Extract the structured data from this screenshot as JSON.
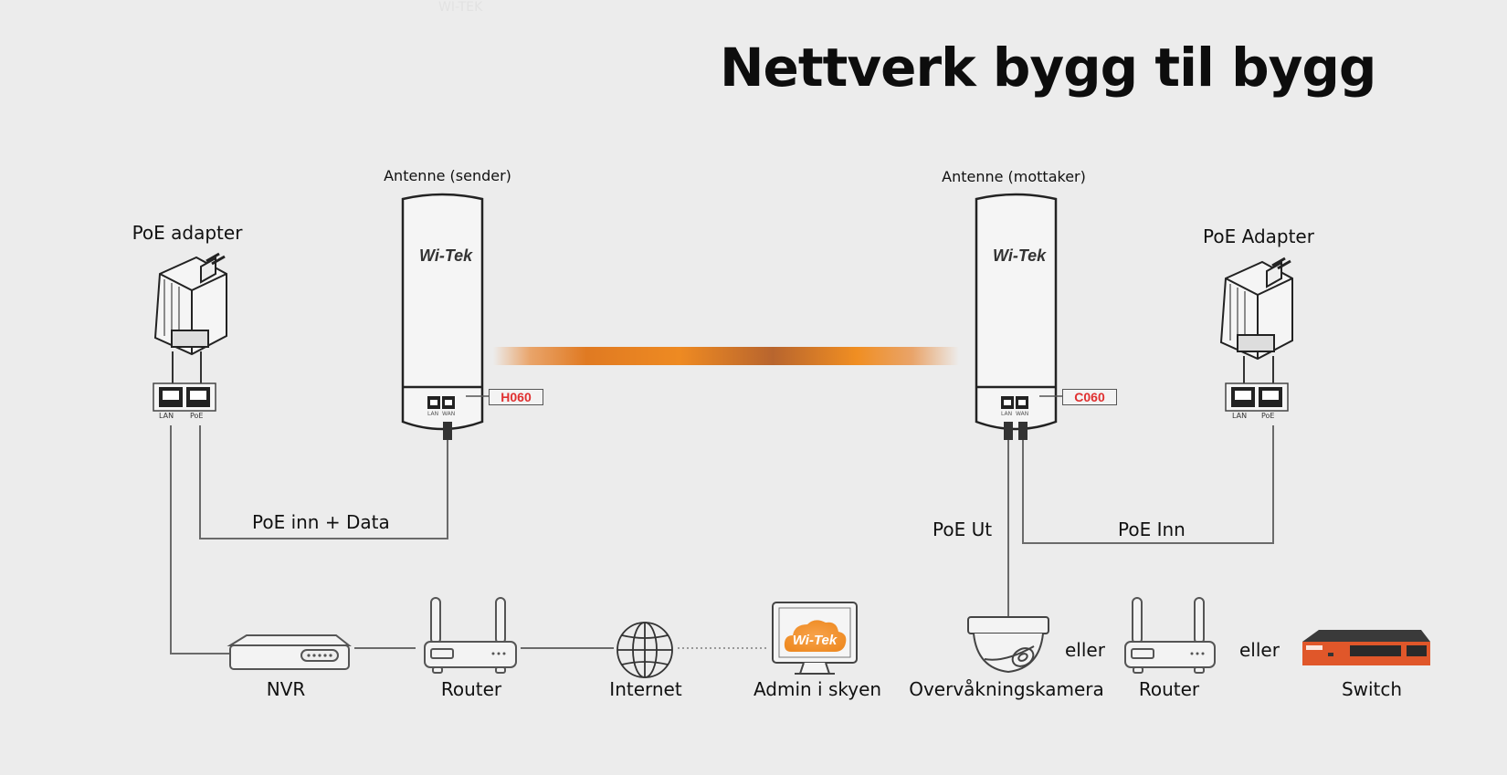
{
  "title": "Nettverk bygg til bygg",
  "watermark": "WI-TEK",
  "colors": {
    "background": "#ececec",
    "line": "#666666",
    "outline": "#333333",
    "accent_orange": "#ee8a22",
    "tag_text": "#e03030",
    "switch_body": "#e0572a"
  },
  "left_side": {
    "poe_adapter_label": "PoE adapter",
    "adapter_ports": [
      "LAN",
      "PoE"
    ],
    "antenna_label": "Antenne (sender)",
    "antenna_brand": "Wi-Tek",
    "antenna_ports": [
      "LAN",
      "WAN"
    ],
    "antenna_model": "H060",
    "cable_label": "PoE inn + Data"
  },
  "right_side": {
    "poe_adapter_label": "PoE Adapter",
    "adapter_ports": [
      "LAN",
      "PoE"
    ],
    "antenna_label": "Antenne (mottaker)",
    "antenna_brand": "Wi-Tek",
    "antenna_ports": [
      "LAN",
      "WAN"
    ],
    "antenna_model": "C060",
    "poe_out_label": "PoE Ut",
    "poe_in_label": "PoE Inn"
  },
  "bottom_devices": {
    "nvr": "NVR",
    "router_left": "Router",
    "internet": "Internet",
    "cloud_admin": "Admin i skyen",
    "cloud_brand": "Wi-Tek",
    "camera": "Overvåkningskamera",
    "or_1": "eller",
    "router_right": "Router",
    "or_2": "eller",
    "switch": "Switch"
  }
}
